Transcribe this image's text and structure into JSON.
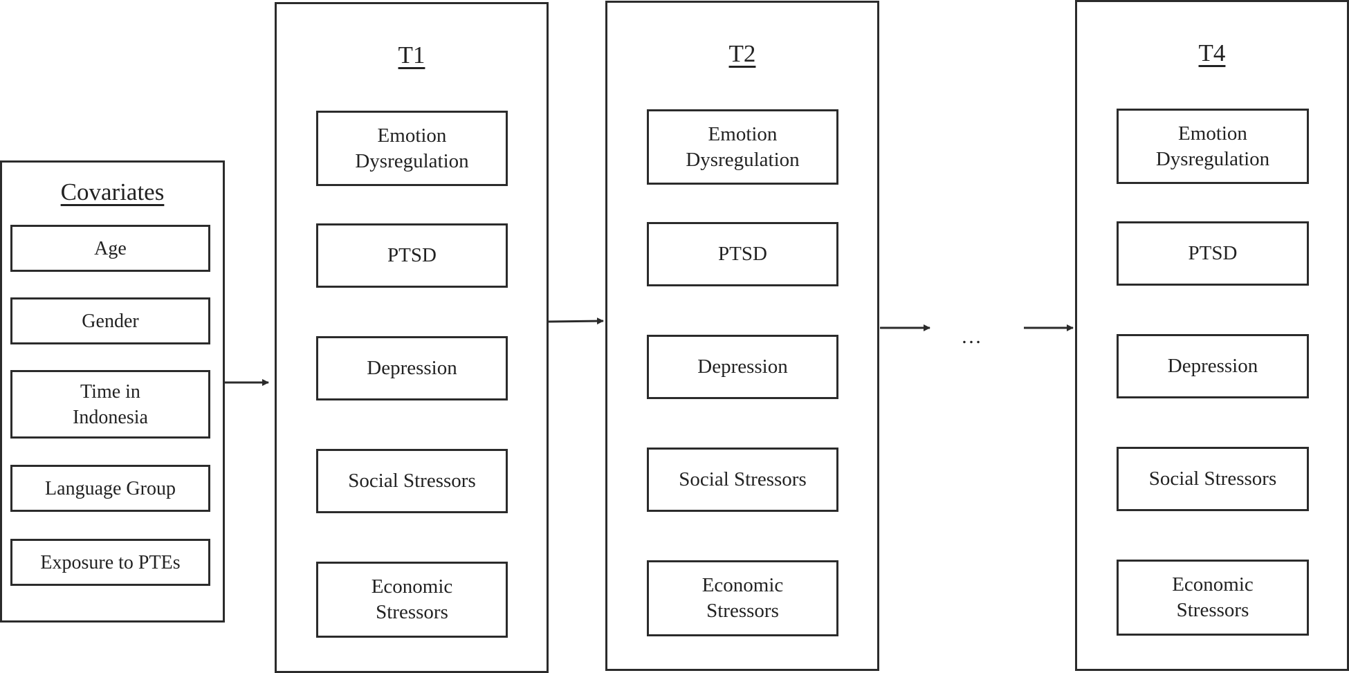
{
  "covariates": {
    "title": "Covariates",
    "items": [
      "Age",
      "Gender",
      "Time in\nIndonesia",
      "Language Group",
      "Exposure to PTEs"
    ]
  },
  "timepoints": [
    {
      "title": "T1",
      "items": [
        "Emotion\nDysregulation",
        "PTSD",
        "Depression",
        "Social Stressors",
        "Economic\nStressors"
      ]
    },
    {
      "title": "T2",
      "items": [
        "Emotion\nDysregulation",
        "PTSD",
        "Depression",
        "Social Stressors",
        "Economic\nStressors"
      ]
    },
    {
      "title": "T4",
      "items": [
        "Emotion\nDysregulation",
        "PTSD",
        "Depression",
        "Social Stressors",
        "Economic\nStressors"
      ]
    }
  ],
  "ellipsis": "…"
}
